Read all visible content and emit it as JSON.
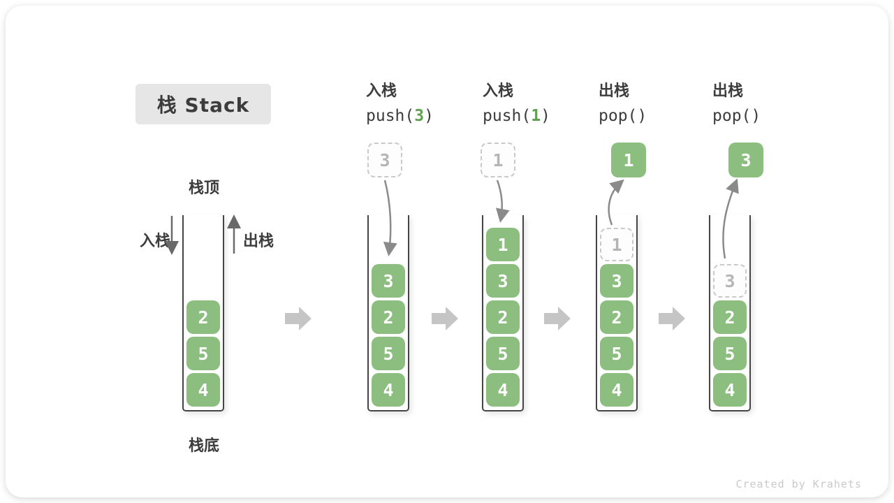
{
  "title": "栈 Stack",
  "side_labels": {
    "stack_top": "栈顶",
    "stack_bottom": "栈底",
    "push_in": "入栈",
    "pop_out": "出栈"
  },
  "operations": [
    {
      "action": "入栈",
      "code_prefix": "push(",
      "code_arg": "3",
      "code_suffix": ")"
    },
    {
      "action": "入栈",
      "code_prefix": "push(",
      "code_arg": "1",
      "code_suffix": ")"
    },
    {
      "action": "出栈",
      "code_prefix": "pop()",
      "code_arg": "",
      "code_suffix": ""
    },
    {
      "action": "出栈",
      "code_prefix": "pop()",
      "code_arg": "",
      "code_suffix": ""
    }
  ],
  "floating_cells": [
    {
      "value": "3",
      "style": "dashed"
    },
    {
      "value": "1",
      "style": "dashed"
    },
    {
      "value": "1",
      "style": "solid"
    },
    {
      "value": "3",
      "style": "solid"
    }
  ],
  "stacks": [
    {
      "cells": [
        {
          "value": "2",
          "style": "solid"
        },
        {
          "value": "5",
          "style": "solid"
        },
        {
          "value": "4",
          "style": "solid"
        }
      ]
    },
    {
      "cells": [
        {
          "value": "3",
          "style": "solid"
        },
        {
          "value": "2",
          "style": "solid"
        },
        {
          "value": "5",
          "style": "solid"
        },
        {
          "value": "4",
          "style": "solid"
        }
      ]
    },
    {
      "cells": [
        {
          "value": "1",
          "style": "solid"
        },
        {
          "value": "3",
          "style": "solid"
        },
        {
          "value": "2",
          "style": "solid"
        },
        {
          "value": "5",
          "style": "solid"
        },
        {
          "value": "4",
          "style": "solid"
        }
      ]
    },
    {
      "cells": [
        {
          "value": "1",
          "style": "dashed"
        },
        {
          "value": "3",
          "style": "solid"
        },
        {
          "value": "2",
          "style": "solid"
        },
        {
          "value": "5",
          "style": "solid"
        },
        {
          "value": "4",
          "style": "solid"
        }
      ]
    },
    {
      "cells": [
        {
          "value": "3",
          "style": "dashed"
        },
        {
          "value": "2",
          "style": "solid"
        },
        {
          "value": "5",
          "style": "solid"
        },
        {
          "value": "4",
          "style": "solid"
        }
      ]
    }
  ],
  "watermark": "Created by Krahets",
  "colors": {
    "cell_green": "#8CBE80",
    "code_arg_green": "#5FA052",
    "dashed_border": "#C9C9C9",
    "dashed_text": "#B5B5B5",
    "curved_arrow_gray": "#8A8A8A",
    "block_arrow_gray": "#C5C5C5",
    "title_bg": "#E6E6E6",
    "text_dark": "#3C3C3C",
    "watermark_gray": "#C9C9C9"
  }
}
